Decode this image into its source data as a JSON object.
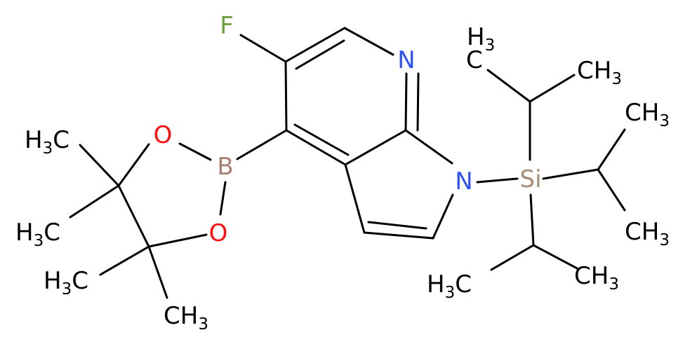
{
  "molecule": {
    "colors": {
      "bond": "#000000",
      "carbon_label": "#000000",
      "nitrogen": "#3050F8",
      "oxygen": "#FF0D0D",
      "fluorine": "#6AA040",
      "boron": "#A77D74",
      "silicon": "#A38D78"
    },
    "labels": {
      "F": "F",
      "N_pyridine": "N",
      "N_pyrrole": "N",
      "B": "B",
      "O_top": "O",
      "O_bottom": "O",
      "Si": "Si",
      "methyl_top_left": {
        "main": "H",
        "sub": "3",
        "tail": "C"
      },
      "methyl_mid_left": {
        "main": "H",
        "sub": "3",
        "tail": "C"
      },
      "methyl_low_left": {
        "main": "H",
        "sub": "3",
        "tail": "C"
      },
      "methyl_bottom": {
        "main": "CH",
        "sub": "3"
      },
      "si_methyl_top_H3": {
        "main": "H",
        "sub": "3"
      },
      "si_methyl_top_CH3": {
        "main": "CH",
        "sub": "3"
      },
      "si_methyl_right_upper": {
        "main": "CH",
        "sub": "3"
      },
      "si_methyl_right_lower": {
        "main": "CH",
        "sub": "3"
      },
      "si_methyl_bottom_left": {
        "main": "H",
        "sub": "3",
        "tail": "C"
      },
      "si_methyl_bottom_right": {
        "main": "CH",
        "sub": "3"
      }
    }
  }
}
